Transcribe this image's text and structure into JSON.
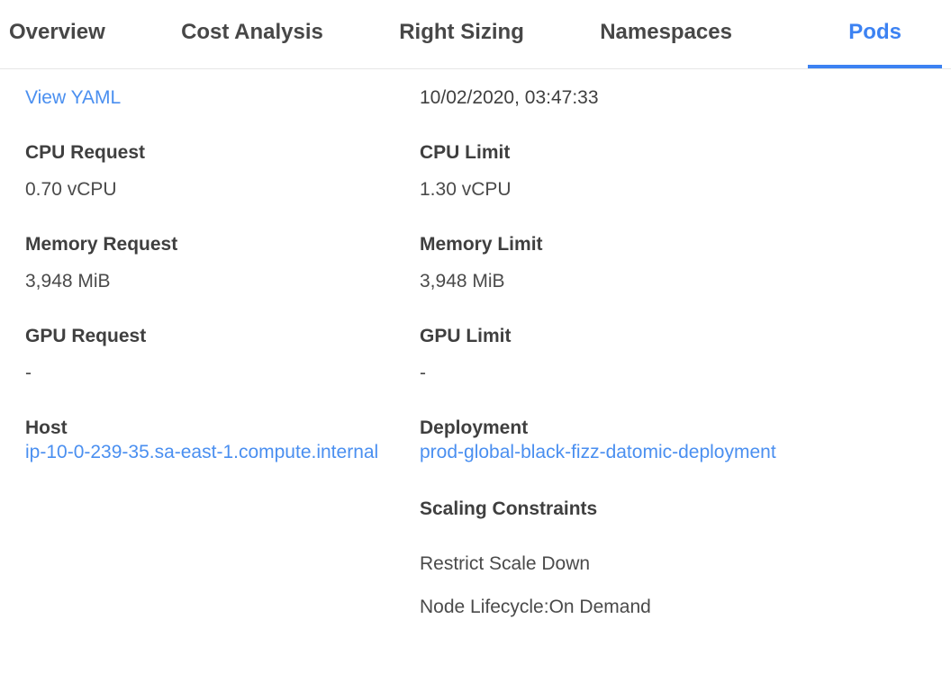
{
  "colors": {
    "accent": "#3C82F2",
    "link": "#4A8FF0",
    "tab-inactive": "#474747",
    "label": "#3F3F3F",
    "value": "#4A4A4A",
    "divider": "#E6E6E6"
  },
  "tabs": [
    {
      "label": "Overview",
      "active": false
    },
    {
      "label": "Cost Analysis",
      "active": false
    },
    {
      "label": "Right Sizing",
      "active": false
    },
    {
      "label": "Namespaces",
      "active": false
    },
    {
      "label": "Pods",
      "active": true
    }
  ],
  "pod_details": {
    "view_yaml_label": "View YAML",
    "timestamp": "10/02/2020, 03:47:33",
    "left_fields": [
      {
        "label": "CPU Request",
        "value": "0.70 vCPU"
      },
      {
        "label": "Memory Request",
        "value": "3,948 MiB"
      },
      {
        "label": "GPU Request",
        "value": "-"
      },
      {
        "label": "Host",
        "value": "ip-10-0-239-35.sa-east-1.compute.internal",
        "is_link": true
      }
    ],
    "right_fields": [
      {
        "label": "CPU Limit",
        "value": "1.30 vCPU"
      },
      {
        "label": "Memory Limit",
        "value": "3,948 MiB"
      },
      {
        "label": "GPU Limit",
        "value": "-"
      },
      {
        "label": "Deployment",
        "value": "prod-global-black-fizz-datomic-deployment",
        "is_link": true
      }
    ],
    "scaling_constraints": {
      "label": "Scaling Constraints",
      "items": [
        "Restrict Scale Down",
        "Node Lifecycle:On Demand"
      ]
    }
  }
}
